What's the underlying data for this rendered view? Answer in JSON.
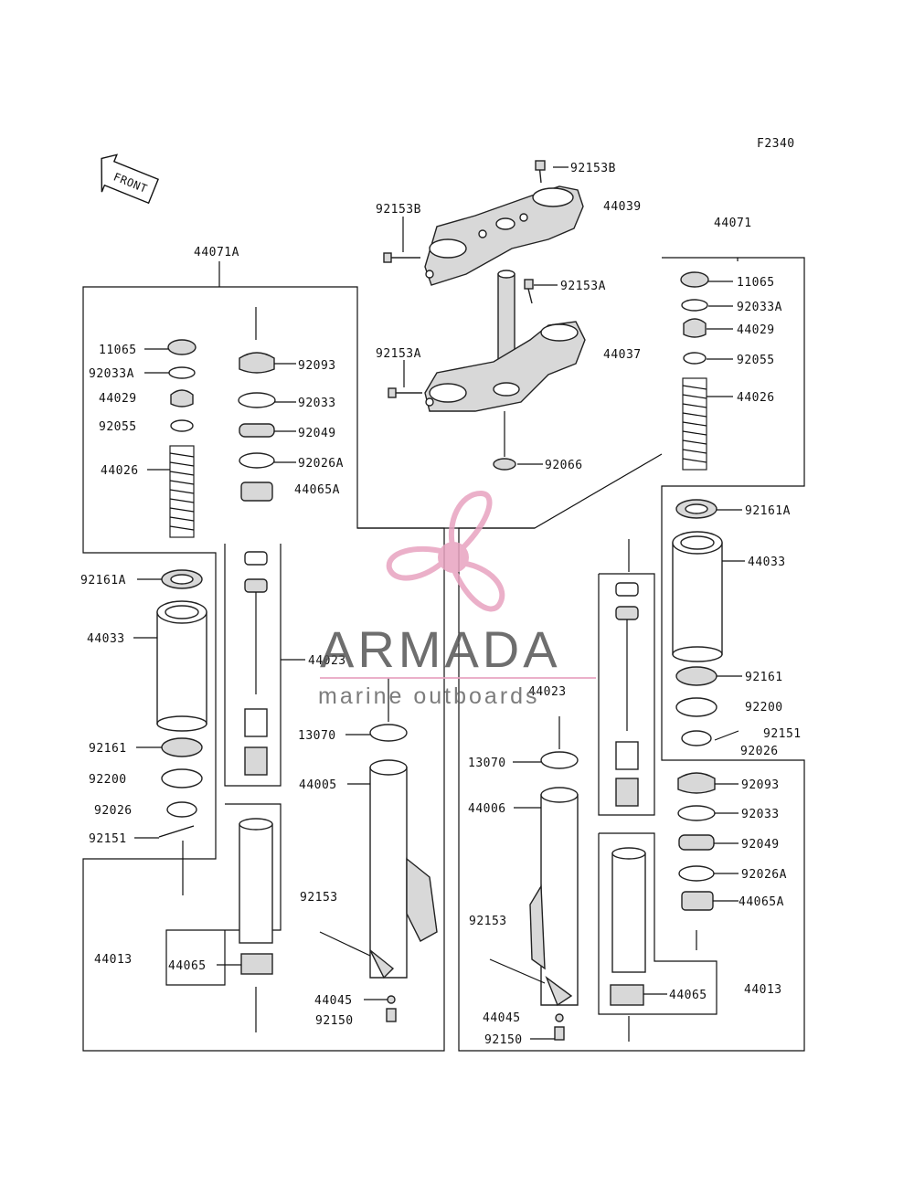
{
  "figure_code": "F2340",
  "front_label": "FRONT",
  "watermark": {
    "title": "ARMADA",
    "subtitle": "marine outboards",
    "color": "#e8a3c0",
    "text_color": "#555555"
  },
  "assemblies": {
    "left": "44071A",
    "right": "44071"
  },
  "labels": {
    "l_11065": "11065",
    "l_92033A": "92033A",
    "l_44029": "44029",
    "l_92055": "92055",
    "l_44026": "44026",
    "l_92161A": "92161A",
    "l_44033": "44033",
    "l_92161": "92161",
    "l_92200": "92200",
    "l_92026": "92026",
    "l_92151": "92151",
    "l_44013": "44013",
    "l_44065": "44065",
    "l_92093": "92093",
    "l_92033": "92033",
    "l_92049": "92049",
    "l_92026A": "92026A",
    "l_44065A": "44065A",
    "l_44023": "44023",
    "l_13070": "13070",
    "l_44005": "44005",
    "l_92153": "92153",
    "l_44045": "44045",
    "l_92150": "92150",
    "top_92153B_a": "92153B",
    "top_92153B_b": "92153B",
    "top_44039": "44039",
    "top_92153A_a": "92153A",
    "top_92153A_b": "92153A",
    "top_44037": "44037",
    "top_92066": "92066",
    "r_11065": "11065",
    "r_92033A": "92033A",
    "r_44029": "44029",
    "r_92055": "92055",
    "r_44026": "44026",
    "r_92161A": "92161A",
    "r_44033": "44033",
    "r_92161": "92161",
    "r_92200": "92200",
    "r_92151": "92151",
    "r_92026": "92026",
    "r_92093": "92093",
    "r_92033": "92033",
    "r_92049": "92049",
    "r_92026A": "92026A",
    "r_44065A": "44065A",
    "r_44023": "44023",
    "r_13070": "13070",
    "r_44006": "44006",
    "r_92153": "92153",
    "r_44065": "44065",
    "r_44013": "44013",
    "r_44045": "44045",
    "r_92150": "92150"
  }
}
